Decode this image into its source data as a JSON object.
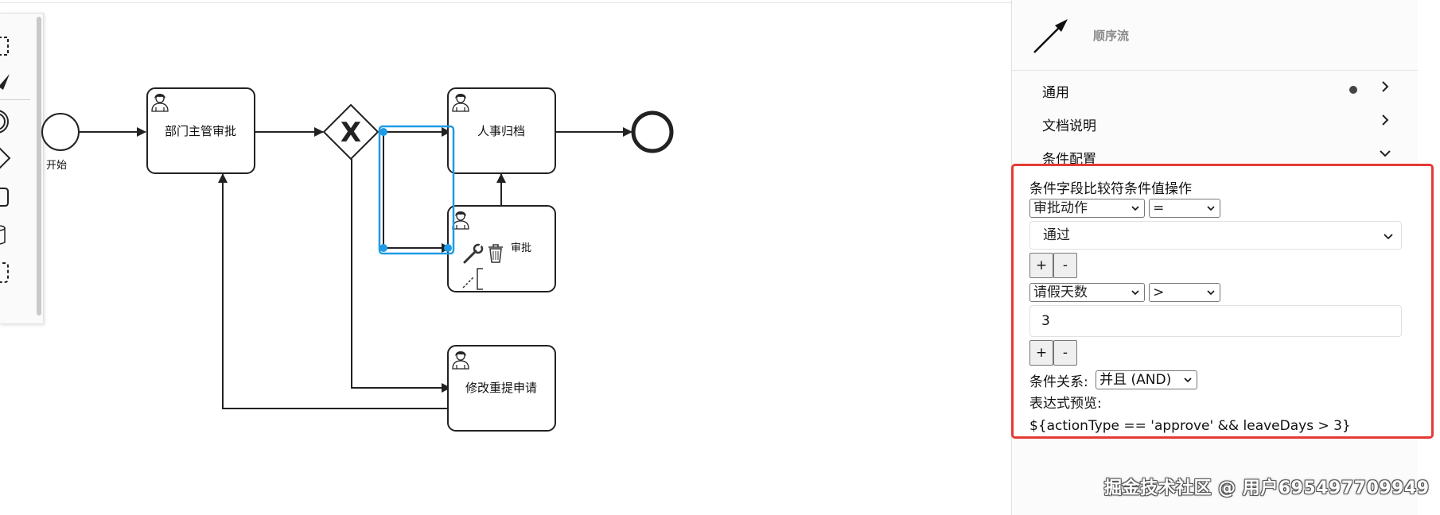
{
  "canvas": {
    "nodes": {
      "start_label": "开始",
      "dept_manager": "部门主管审批",
      "gateway_symbol": "X",
      "hr_archive": "人事归档",
      "approve_task": "审批",
      "resubmit": "修改重提申请"
    }
  },
  "panel": {
    "header_title": "顺序流",
    "groups": [
      {
        "label": "通用"
      },
      {
        "label": "文档说明"
      },
      {
        "label": "条件配置"
      }
    ],
    "condition": {
      "title": "条件字段比较符条件值操作",
      "rules": [
        {
          "field": "审批动作",
          "operator": "=",
          "value": "通过"
        },
        {
          "field": "请假天数",
          "operator": ">",
          "value": "3"
        }
      ],
      "add_label": "+",
      "remove_label": "-",
      "relation_label": "条件关系:",
      "relation_value": "并且 (AND)",
      "preview_label": "表达式预览:",
      "expression": "${actionType == 'approve' && leaveDays > 3}"
    }
  },
  "watermark": "掘金技术社区 @ 用户695497709949",
  "colors": {
    "selection": "#1e9be6",
    "highlight_border": "#e53935"
  }
}
